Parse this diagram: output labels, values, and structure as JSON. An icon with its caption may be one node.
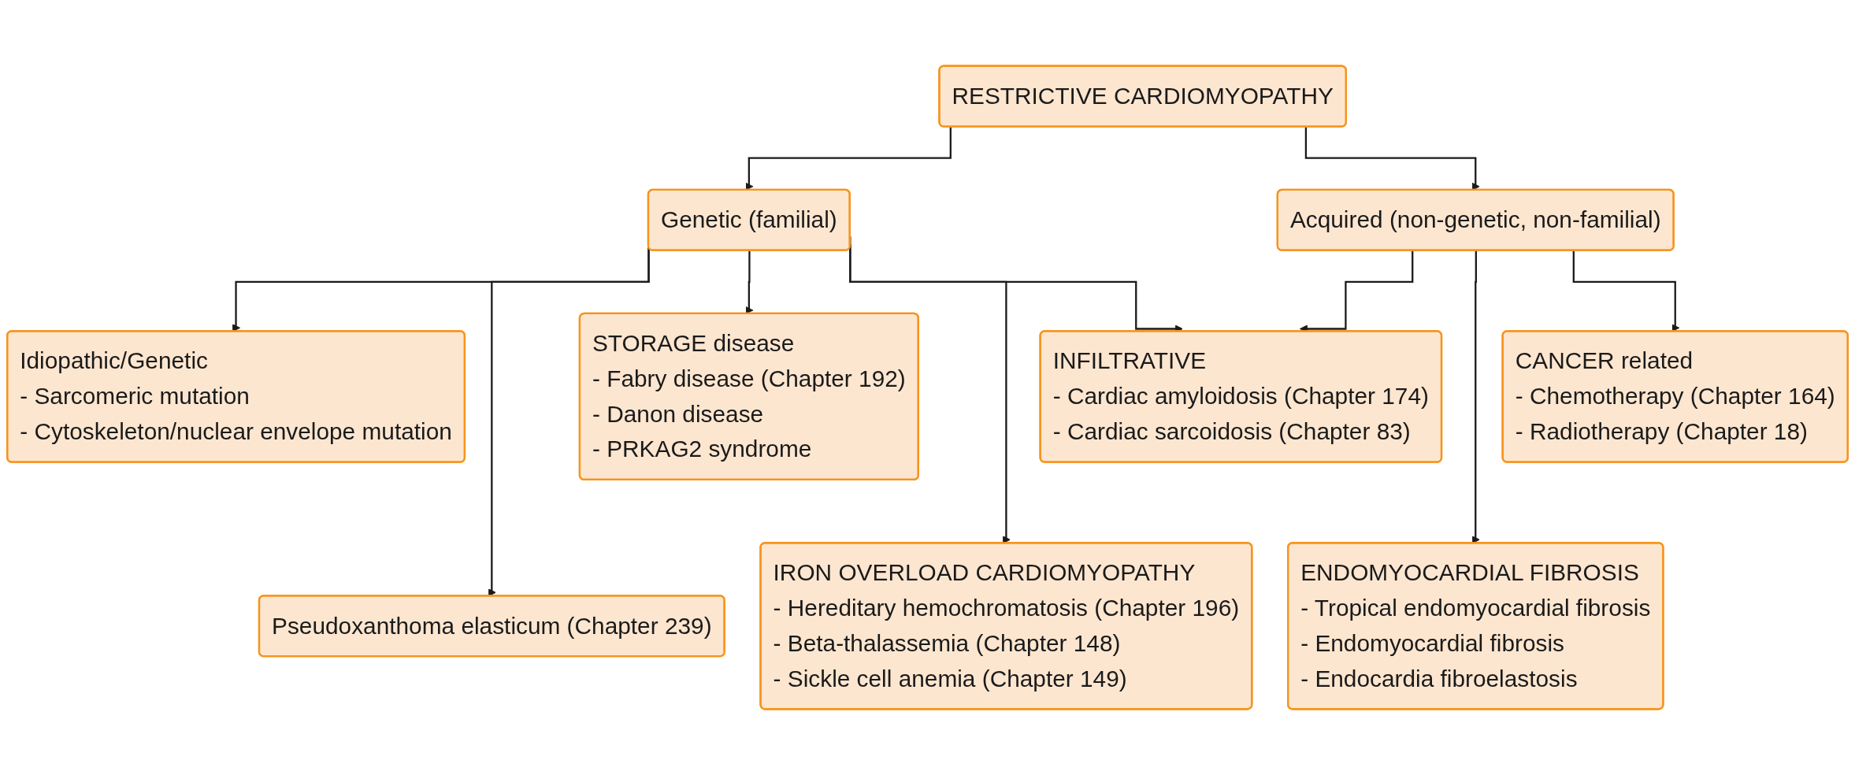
{
  "diagram": {
    "nodes": [
      {
        "text": [
          "RESTRICTIVE CARDIOMYOPATHY"
        ]
      },
      {
        "text": [
          "Genetic (familial)"
        ]
      },
      {
        "text": [
          "Acquired (non-genetic, non-familial)"
        ]
      },
      {
        "text": [
          "Idiopathic/Genetic",
          "- Sarcomeric mutation",
          "- Cytoskeleton/nuclear envelope mutation"
        ]
      },
      {
        "text": [
          "STORAGE disease",
          "- Fabry disease (Chapter 192)",
          "- Danon disease",
          "- PRKAG2 syndrome"
        ]
      },
      {
        "text": [
          "INFILTRATIVE",
          "- Cardiac amyloidosis (Chapter 174)",
          "- Cardiac sarcoidosis (Chapter 83)"
        ]
      },
      {
        "text": [
          "CANCER related",
          "- Chemotherapy (Chapter 164)",
          "- Radiotherapy (Chapter 18)"
        ]
      },
      {
        "text": [
          "Pseudoxanthoma elasticum (Chapter 239)"
        ]
      },
      {
        "text": [
          "IRON OVERLOAD CARDIOMYOPATHY",
          "- Hereditary hemochromatosis (Chapter 196)",
          "- Beta-thalassemia (Chapter 148)",
          "- Sickle cell anemia (Chapter 149)"
        ]
      },
      {
        "text": [
          "ENDOMYOCARDIAL FIBROSIS",
          "- Tropical endomyocardial fibrosis",
          "- Endomyocardial fibrosis",
          "- Endocardia fibroelastosis"
        ]
      }
    ],
    "edges": [
      {
        "from": 0,
        "to": 1,
        "arrow": "to"
      },
      {
        "from": 0,
        "to": 2,
        "arrow": "to"
      },
      {
        "from": 1,
        "to": 3,
        "arrow": "to"
      },
      {
        "from": 1,
        "to": 7,
        "arrow": "to"
      },
      {
        "from": 1,
        "to": 4,
        "arrow": "to"
      },
      {
        "from": 1,
        "to": 8,
        "arrow": "to"
      },
      {
        "from": 1,
        "to": 5,
        "arrow": "to"
      },
      {
        "from": 2,
        "to": 5,
        "arrow": "to"
      },
      {
        "from": 2,
        "to": 9,
        "arrow": "to"
      },
      {
        "from": 2,
        "to": 6,
        "arrow": "to"
      }
    ]
  }
}
